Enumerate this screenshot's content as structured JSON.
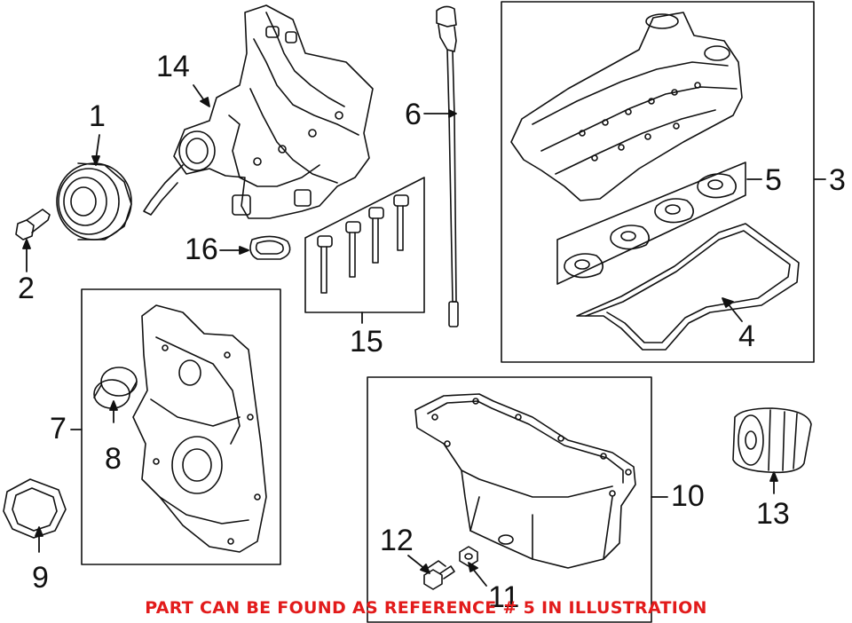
{
  "callouts": {
    "c1": "1",
    "c2": "2",
    "c3": "3",
    "c4": "4",
    "c5": "5",
    "c6": "6",
    "c7": "7",
    "c8": "8",
    "c9": "9",
    "c10": "10",
    "c11": "11",
    "c12": "12",
    "c13": "13",
    "c14": "14",
    "c15": "15",
    "c16": "16"
  },
  "footer": {
    "text": "PART CAN BE FOUND AS REFERENCE # 5 IN ILLUSTRATION",
    "color": "#e21b1b"
  }
}
